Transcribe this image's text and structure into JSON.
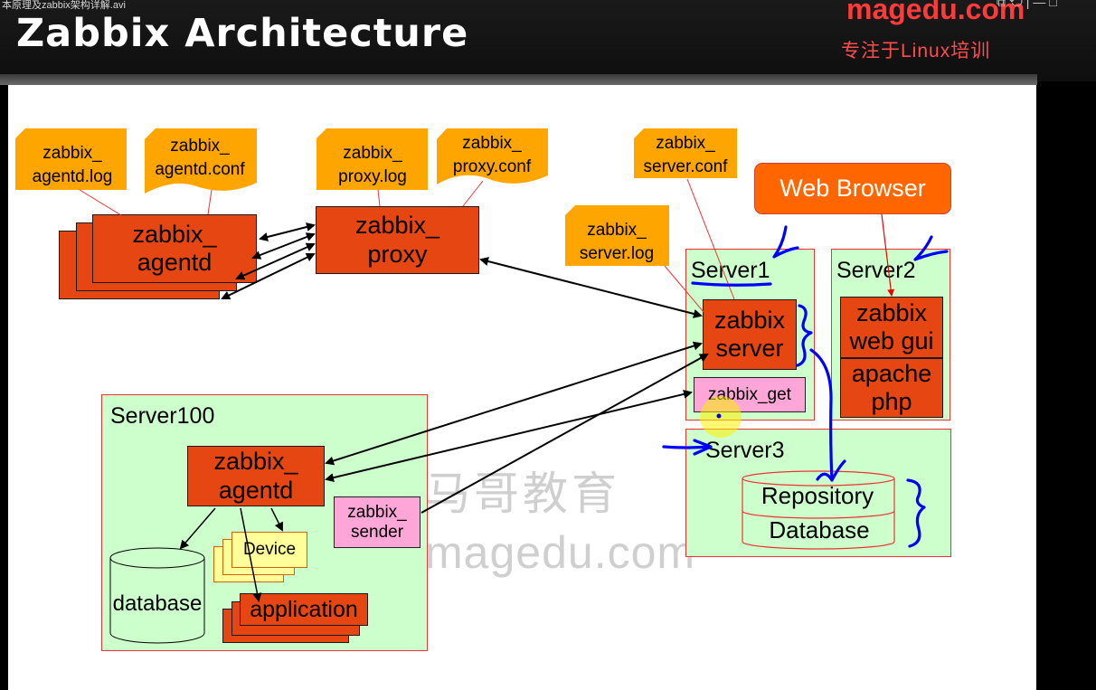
{
  "header": {
    "filename": "本原理及zabbix架构详解.avi",
    "title": "Zabbix Architecture",
    "brand": "magedu.com",
    "brand_sub": "专注于Linux培训",
    "window_controls": "⧉ ⟲ | — □"
  },
  "diagram": {
    "agentd_log": [
      "zabbix_",
      "agentd.log"
    ],
    "agentd_conf": [
      "zabbix_",
      "agentd.conf"
    ],
    "proxy_log": [
      "zabbix_",
      "proxy.log"
    ],
    "proxy_conf": [
      "zabbix_",
      "proxy.conf"
    ],
    "server_conf": [
      "zabbix_",
      "server.conf"
    ],
    "server_log": [
      "zabbix_",
      "server.log"
    ],
    "web_browser": "Web Browser",
    "agentd_stack": [
      "zabbix_",
      "agentd"
    ],
    "proxy": [
      "zabbix_",
      "proxy"
    ],
    "server1": "Server1",
    "server2": "Server2",
    "server3": "Server3",
    "server100": "Server100",
    "zabbix_server": [
      "zabbix",
      "server"
    ],
    "zabbix_get": "zabbix_get",
    "web_gui": [
      "zabbix",
      "web gui"
    ],
    "apache_php": [
      "apache",
      "php"
    ],
    "repository": "Repository",
    "database_cyl": "Database",
    "agentd100": [
      "zabbix_",
      "agentd"
    ],
    "sender": [
      "zabbix_",
      "sender"
    ],
    "database_local": "database",
    "device": "Device",
    "application": "application"
  },
  "watermark": {
    "line1": "马哥教育",
    "line2": "magedu.com"
  },
  "colors": {
    "orange_box": "#e64612",
    "file_note": "#ffa500",
    "server_panel": "#ccffcc",
    "pink_tool": "#ffa6d8",
    "browser": "#ff6600",
    "annotation_pen": "#0000ff"
  }
}
